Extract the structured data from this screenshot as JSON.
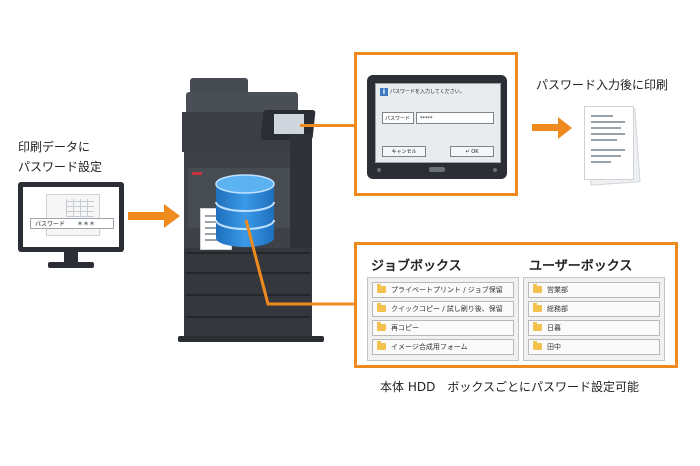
{
  "left_label": {
    "line1": "印刷データに",
    "line2": "パスワード設定"
  },
  "monitor": {
    "password_label": "パスワード",
    "password_mask": "＊＊＊"
  },
  "touchscreen": {
    "prompt": "パスワードを入力してください。",
    "field_label": "パスワード",
    "field_value": "*****",
    "cancel_label": "キャンセル",
    "ok_label": "OK"
  },
  "print_after_label": "パスワード入力後に印刷",
  "job_box": {
    "title": "ジョブボックス",
    "items": [
      "プライベートプリント / ジョブ保留",
      "クイックコピー / 試し刷り後、保留",
      "再コピー",
      "イメージ合成用フォーム"
    ]
  },
  "user_box": {
    "title": "ユーザーボックス",
    "items": [
      "営業部",
      "総務部",
      "日暮",
      "田中"
    ]
  },
  "bottom_caption": "本体 HDD　ボックスごとにパスワード設定可能",
  "colors": {
    "accent": "#ef8a1f",
    "db_blue": "#2a86d6",
    "printer_body": "#3b3f45"
  }
}
